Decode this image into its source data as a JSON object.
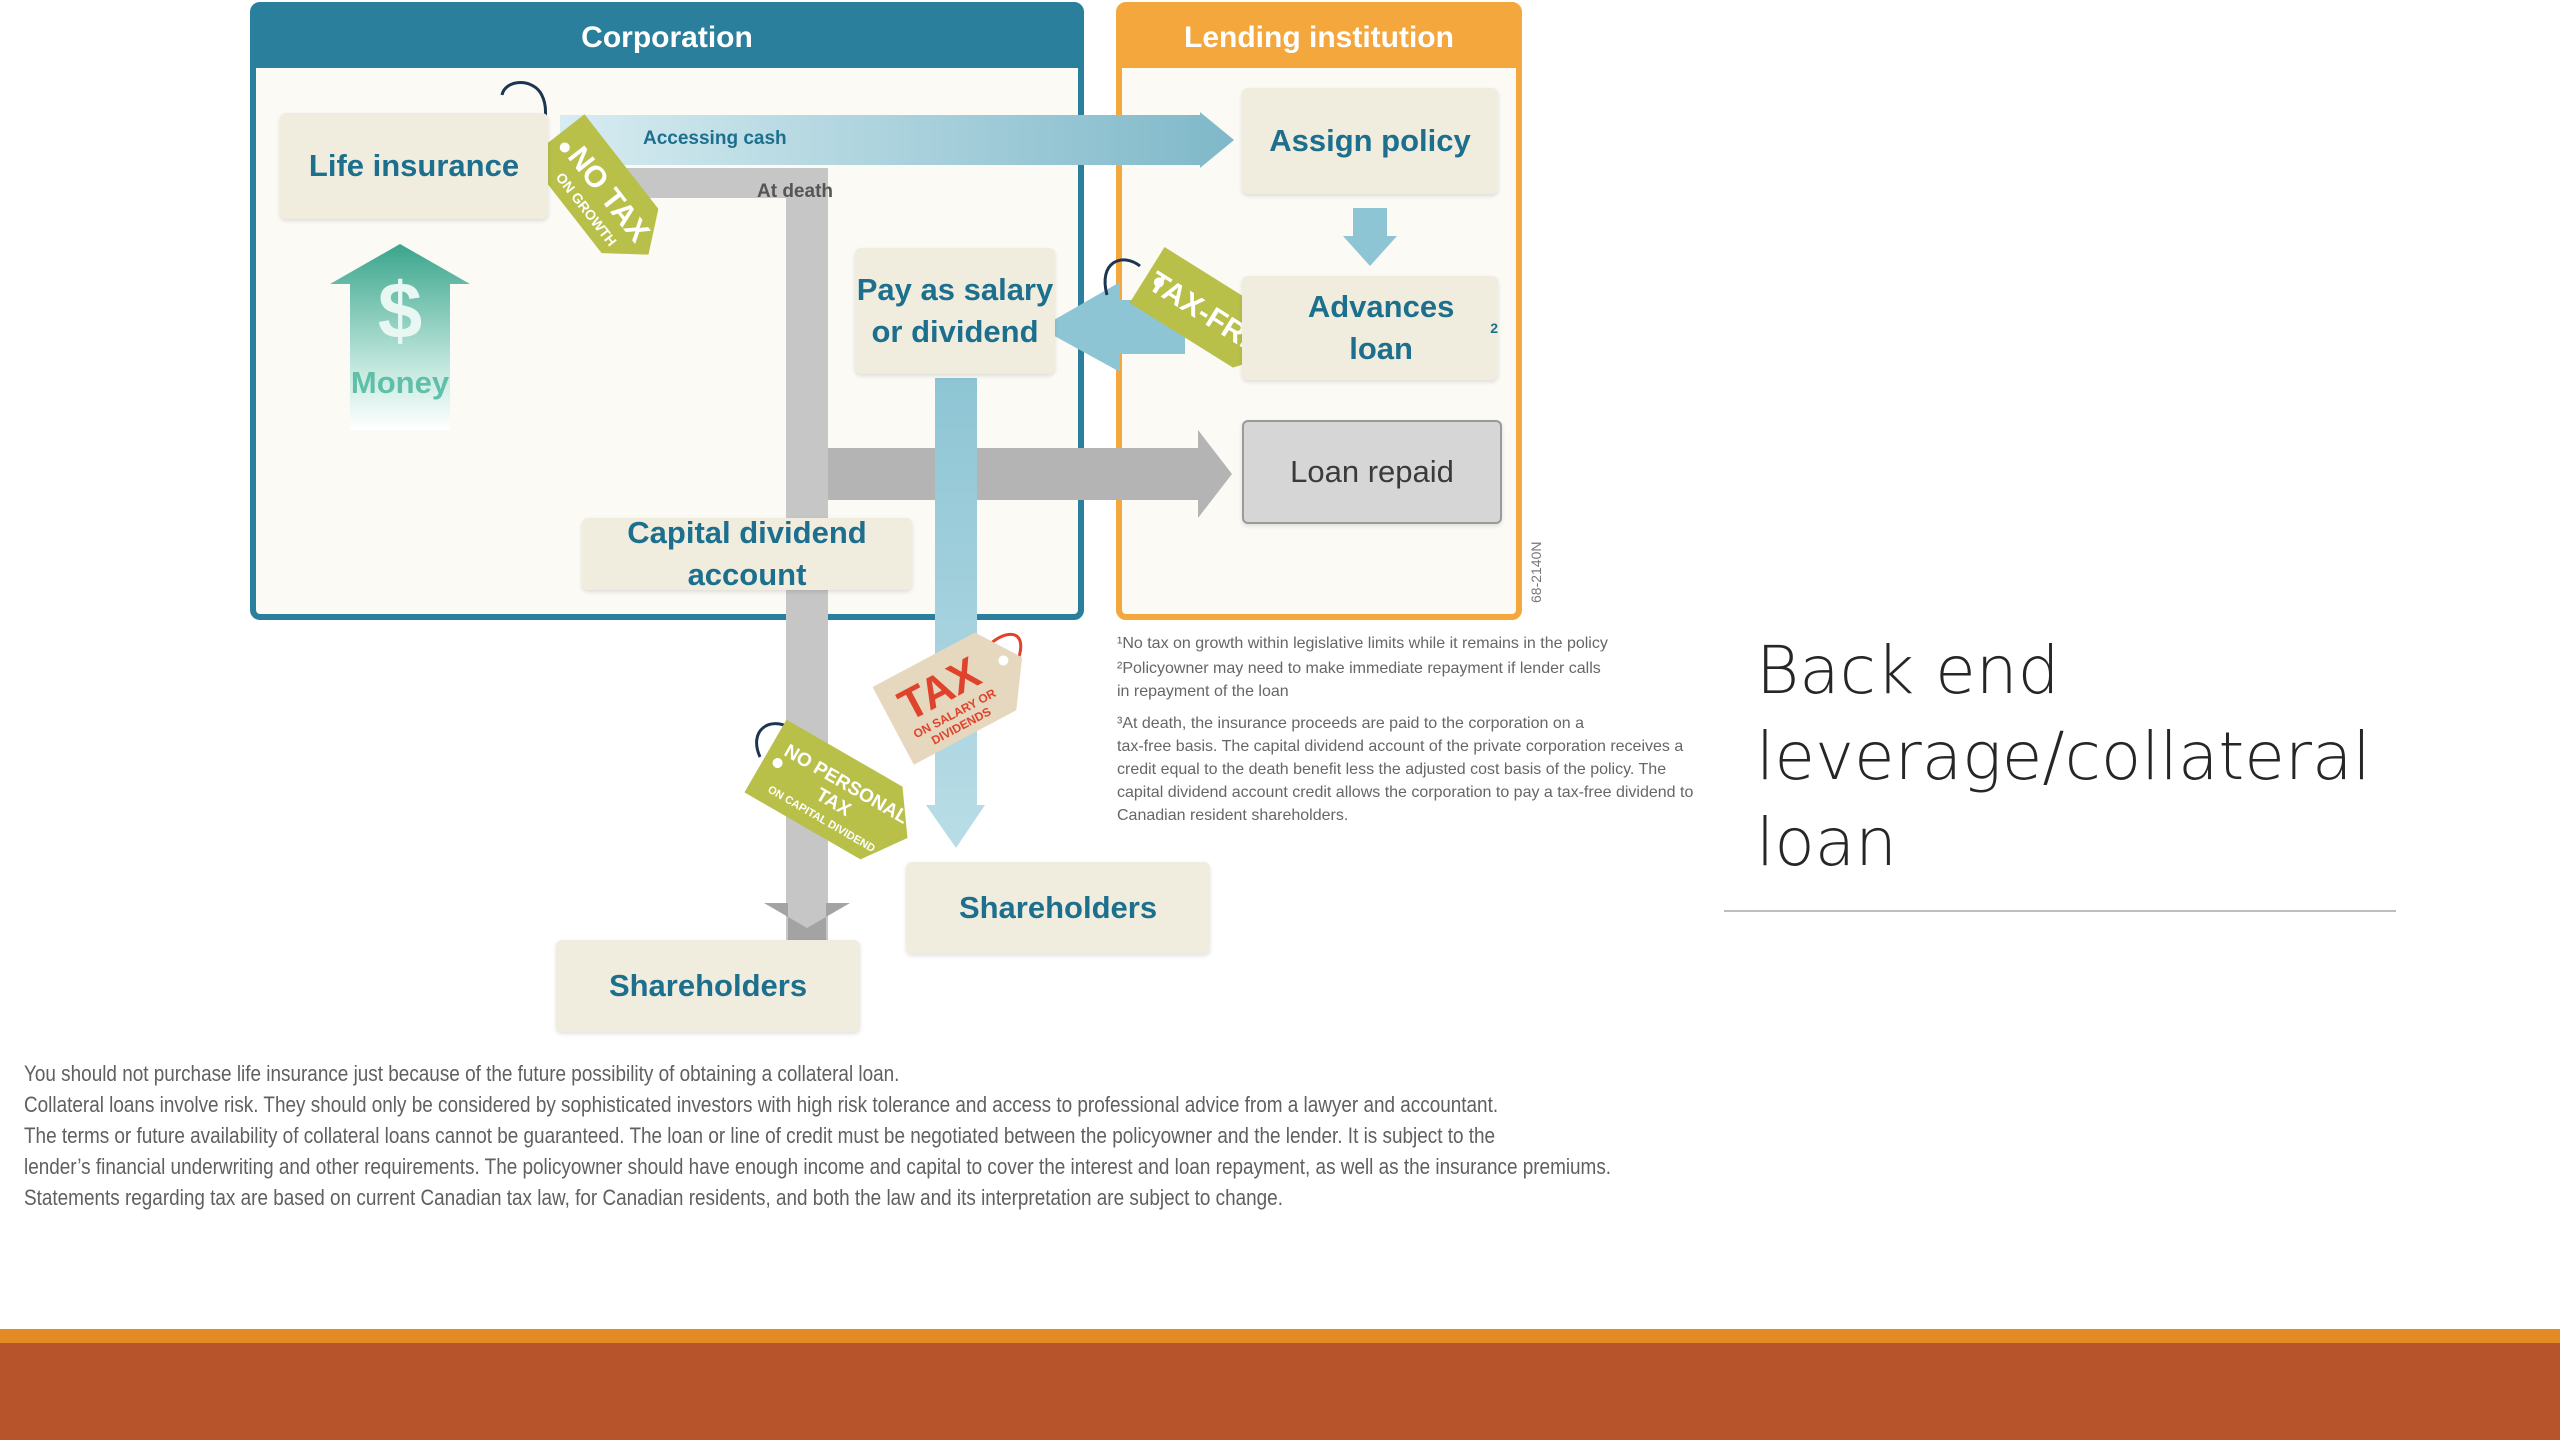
{
  "diagram": {
    "corporation_header": "Corporation",
    "lending_header": "Lending institution",
    "boxes": {
      "life_insurance": "Life insurance",
      "assign_policy": "Assign policy",
      "advances_loan": "Advances loan",
      "advances_loan_sup": "2",
      "pay_salary_line1": "Pay as salary",
      "pay_salary_line2": "or dividend",
      "loan_repaid": "Loan repaid",
      "capital_dividend_account": "Capital dividend account",
      "shareholders_right": "Shareholders",
      "shareholders_left": "Shareholders",
      "money": "Money"
    },
    "flow_labels": {
      "accessing_cash": "Accessing cash",
      "at_death": "At death"
    },
    "tags": {
      "no_tax_main": "NO TAX",
      "no_tax_sub": "ON GROWTH",
      "tax_free": "TAX-FREE",
      "tax_main": "TAX",
      "tax_sub1": "ON SALARY OR",
      "tax_sub2": "DIVIDENDS",
      "no_personal_line1": "NO PERSONAL",
      "no_personal_line2": "TAX",
      "no_personal_sub": "ON CAPITAL DIVIDEND"
    },
    "code": "68-2140N",
    "footnotes": [
      "¹No tax on growth within legislative limits while it remains in the policy",
      "²Policyowner may need to make immediate repayment if lender calls",
      "in repayment of the loan",
      "³At death, the insurance proceeds are paid to the corporation on a",
      "tax-free basis. The capital dividend account of the private corporation receives a",
      "credit equal to the death benefit less the adjusted cost basis of the policy. The",
      "capital dividend account credit allows the corporation to pay a tax-free dividend to",
      "Canadian resident shareholders."
    ],
    "colors": {
      "corporation": "#2a7f9c",
      "lending": "#f3a73c",
      "tag": "#b8c04a",
      "tax_tag": "#e6d7bf",
      "tax_text": "#e0432b"
    }
  },
  "disclaimer": [
    "You should not purchase life insurance just because of the future possibility of obtaining a collateral loan.",
    "Collateral loans involve risk. They should only be considered by sophisticated investors with high risk tolerance and access to professional advice from a lawyer and accountant.",
    "The terms or future availability of collateral loans cannot be guaranteed. The loan or line of credit must be negotiated between the policyowner and the lender. It is subject to the",
    "lender’s financial underwriting and other requirements. The policyowner should have enough income and capital to cover the interest and loan repayment, as well as the insurance premiums.",
    "Statements regarding tax are based on current Canadian tax law, for Canadian residents, and both the law and its interpretation are subject to change."
  ],
  "title": {
    "line1": "Back end",
    "line2": "leverage/collateral",
    "line3": "loan"
  }
}
